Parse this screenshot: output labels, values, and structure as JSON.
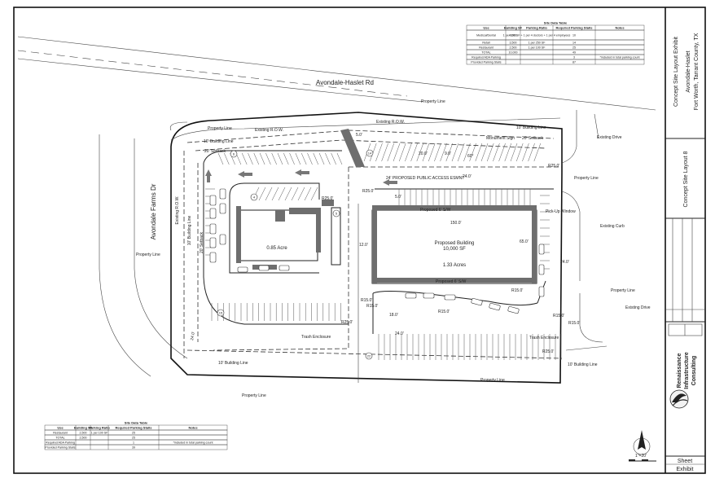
{
  "roads": {
    "north": "Avondale-Haslet Rd",
    "west": "Avondale Farms Dr"
  },
  "plan_labels": {
    "property_line": "Property Line",
    "existing_row": "Existing R.O.W.",
    "existing_row_2": "Existing R.O.W.",
    "existing_row_west": "Existing R.O.W.",
    "building_line_10": "10' Building Line",
    "building_line_10b": "10' Building Line",
    "building_line_10c": "10' Building Line",
    "building_line_10d": "10' Building Line",
    "building_line_10w": "10' Building Line",
    "setback_20": "20' Setback",
    "setback_20b": "20' Setback",
    "setback_20w": "20' Setback",
    "existing_drive": "Existing Drive",
    "existing_drive_2": "Existing Drive",
    "existing_curb": "Existing Curb",
    "monument_sign": "Monument Sign",
    "public_access_esmt": "24' PROPOSED PUBLIC ACCESS ESMNT",
    "proposed_building": "Proposed Building",
    "building_area": "10,000 SF",
    "lot_acres": "1.33 Acres",
    "small_lot_acres": "0.85 Acre",
    "proposed_sw_top": "Proposed 6' S/W",
    "proposed_sw_bottom": "Proposed 6' S/W",
    "pick_up_window": "Pick-Up Window",
    "trash_enclosure": "Trash Enclosure",
    "trash_enclosure_2": "Trash Enclosure",
    "dims": {
      "d150": "150.0'",
      "d65": "65.0'",
      "d24a": "24.0'",
      "d24b": "24.0'",
      "d24c": "24.0'",
      "d24d": "24.0'",
      "d12": "12.0'",
      "d18": "18.0'",
      "d20": "20.0'",
      "d9": "9.0'",
      "d5a": "5.0'",
      "d5b": "5.0'",
      "d60deg": "60°",
      "r25a": "R25.0'",
      "r25b": "R25.0'",
      "r25c": "R25.0'",
      "r25d": "R25.0'",
      "r25e": "R25.0'",
      "r15a": "R15.0'",
      "r15b": "R15.0'",
      "r15c": "R15.0'",
      "r15d": "R15.0'",
      "r15e": "R15.0'",
      "r15f": "R15.0'"
    },
    "row_counts": [
      "6",
      "14",
      "4",
      "5",
      "15",
      "22"
    ]
  },
  "site_table_main": {
    "title": "Site Data Table",
    "headers": [
      "Use",
      "Building SF",
      "Parking Ratio",
      "Required Parking Stalls",
      "Notes"
    ],
    "rows": [
      [
        "Medical/Dental",
        "4,000",
        "1 per 200 SF + 1 per 4 doctors + 1 per 4 employees",
        "10",
        ""
      ],
      [
        "Retail",
        "3,500",
        "1 per 250 SF",
        "14",
        ""
      ],
      [
        "Restaurant",
        "2,500",
        "1 per 100 SF",
        "25",
        ""
      ],
      [
        "TOTAL",
        "10,000",
        "",
        "49",
        ""
      ],
      [
        "Required ADA Parking",
        "",
        "",
        "3",
        "*included in total parking count"
      ],
      [
        "Provided Parking Stalls",
        "",
        "",
        "87",
        ""
      ]
    ]
  },
  "site_table_small": {
    "title": "Site Data Table",
    "headers": [
      "Use",
      "Building SF",
      "Parking Ratio",
      "Required Parking Stalls",
      "Notes"
    ],
    "rows": [
      [
        "Restaurant",
        "2,500",
        "1 per 100 SF",
        "25",
        ""
      ],
      [
        "TOTAL",
        "2,500",
        "",
        "25",
        ""
      ],
      [
        "Required ADA Parking",
        "",
        "",
        "1",
        "*included in total parking count"
      ],
      [
        "Provided Parking Stalls",
        "",
        "",
        "39",
        ""
      ]
    ]
  },
  "title_block": {
    "title": "Concept Site Layout Exhibit",
    "project": "Avondale-Haslet",
    "location": "Fort Worth, Tarrant County, TX",
    "layout": "Concept Site Layout 8",
    "company_1": "Renaissance",
    "company_2": "Infrastructure",
    "company_3": "Consulting",
    "sheet_label": "Sheet",
    "sheet_value": "Exhibit"
  },
  "scale": "1\"=20'"
}
